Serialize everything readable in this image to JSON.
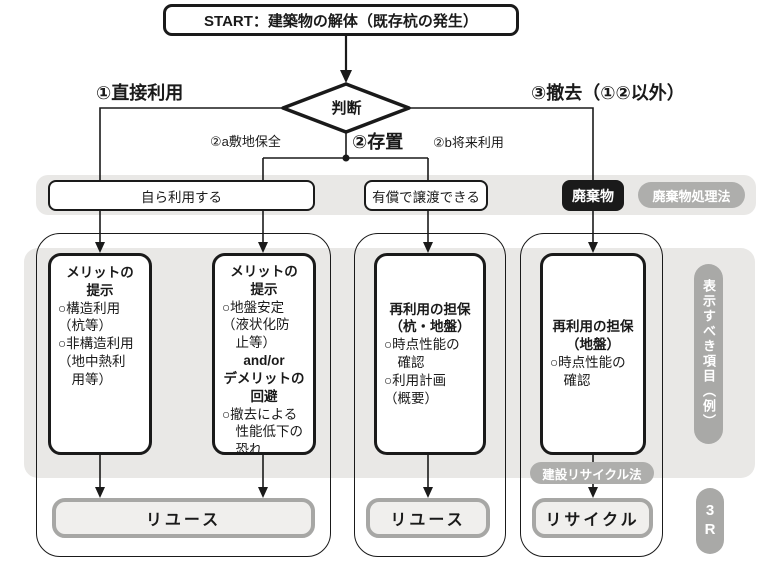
{
  "start": {
    "title": "START：建築物の解体（既存杭の発生）"
  },
  "decision": {
    "label": "判断"
  },
  "branches": {
    "direct": "①直接利用",
    "retain": "②存置",
    "retain_a": "②a敷地保全",
    "retain_b": "②b将来利用",
    "remove": "③撤去（①②以外）"
  },
  "band": {
    "self_use": "自ら利用する",
    "paid_transfer": "有償で譲渡できる",
    "waste": "廃棄物",
    "waste_law": "廃棄物処理法"
  },
  "boxes": {
    "l1": {
      "heading": "メリットの\n提示",
      "body": "○構造利用\n（杭等）\n○非構造利用\n（地中熱利\n　用等）"
    },
    "l2": {
      "heading": "メリットの\n提示",
      "body1": "○地盤安定\n（液状化防\n　止等）",
      "connector": "and/or",
      "heading2": "デメリットの\n回避",
      "body2": "○撤去による\n　性能低下の\n　恐れ"
    },
    "m": {
      "heading": "再利用の担保\n（杭・地盤）",
      "body": "○時点性能の\n　確認\n○利用計画\n（概要）"
    },
    "r": {
      "heading": "再利用の担保\n（地盤）",
      "body": "○時点性能の\n　確認"
    }
  },
  "outcomes": {
    "reuse_left": "リユース",
    "reuse_mid": "リユース",
    "recycle": "リサイクル"
  },
  "side": {
    "recycle_law": "建設リサイクル法",
    "display_items": "表示すべき項目（例）",
    "three_r": "3R"
  },
  "colors": {
    "line_black": "#1a1a1a",
    "area_gray": "#e9e8e6",
    "pill_gray": "#aeaeac",
    "outcome_border_gray": "#a7a7a5",
    "outcome_fill": "#f0efed",
    "waste_box_bg": "#1a1a1a"
  }
}
